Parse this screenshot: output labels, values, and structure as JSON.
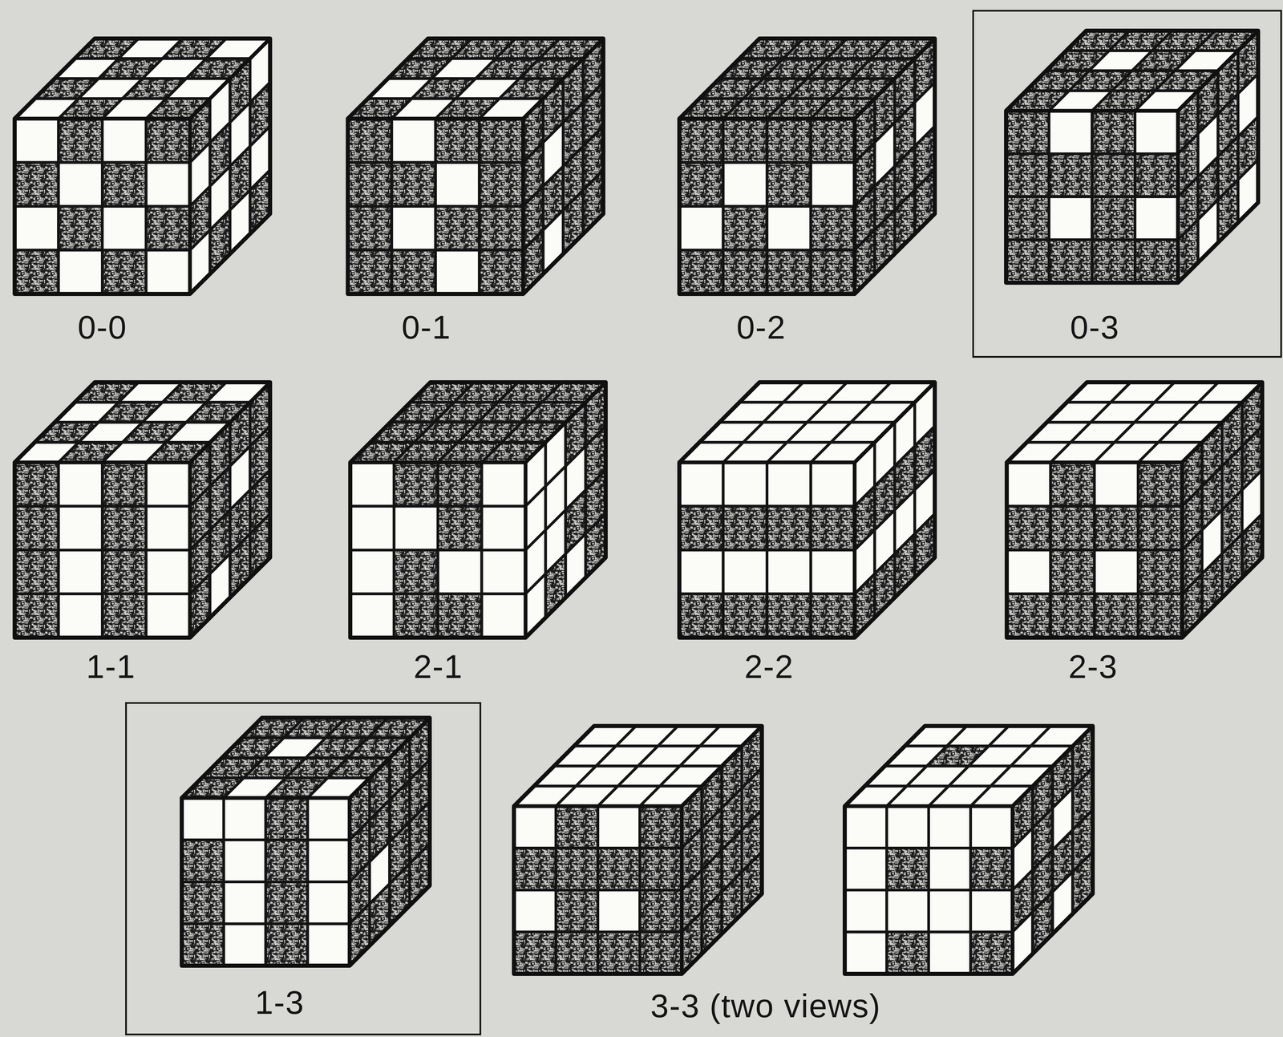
{
  "diagram": {
    "nodes": [
      {
        "text": [
          "0-3"
        ]
      },
      {
        "text": [
          "1-3"
        ]
      }
    ],
    "labels": [
      "0-0",
      "0-1",
      "0-2",
      "1-1",
      "2-1",
      "2-2",
      "2-3",
      "3-3 (two views)"
    ]
  }
}
